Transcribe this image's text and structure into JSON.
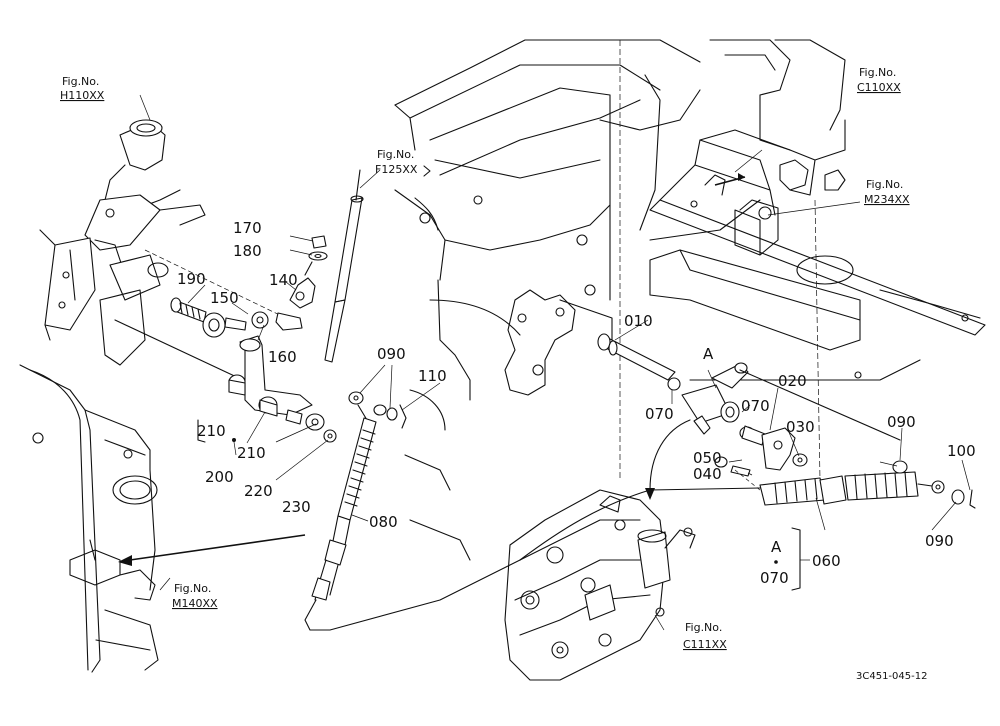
{
  "drawing_code": "3C451-045-12",
  "fig_refs": [
    {
      "caption": "Fig.No.",
      "code": "H110XX"
    },
    {
      "caption": "Fig.No.",
      "code": "F125XX"
    },
    {
      "caption": "Fig.No.",
      "code": "C110XX"
    },
    {
      "caption": "Fig.No.",
      "code": "M234XX"
    },
    {
      "caption": "Fig.No.",
      "code": "M140XX"
    },
    {
      "caption": "Fig.No.",
      "code": "C111XX"
    }
  ],
  "parts": [
    {
      "no": "010"
    },
    {
      "no": "020"
    },
    {
      "no": "030"
    },
    {
      "no": "040"
    },
    {
      "no": "050"
    },
    {
      "no": "060"
    },
    {
      "no": "070"
    },
    {
      "no": "070"
    },
    {
      "no": "080"
    },
    {
      "no": "090"
    },
    {
      "no": "090"
    },
    {
      "no": "090"
    },
    {
      "no": "100"
    },
    {
      "no": "110"
    },
    {
      "no": "140"
    },
    {
      "no": "150"
    },
    {
      "no": "160"
    },
    {
      "no": "170"
    },
    {
      "no": "180"
    },
    {
      "no": "190"
    },
    {
      "no": "200"
    },
    {
      "no": "210"
    },
    {
      "no": "210"
    },
    {
      "no": "220"
    },
    {
      "no": "230"
    }
  ],
  "markers": [
    {
      "letter": "A"
    },
    {
      "letter": "A"
    }
  ],
  "legend": {
    "letter": "A",
    "part": "070",
    "assembly": "060"
  }
}
